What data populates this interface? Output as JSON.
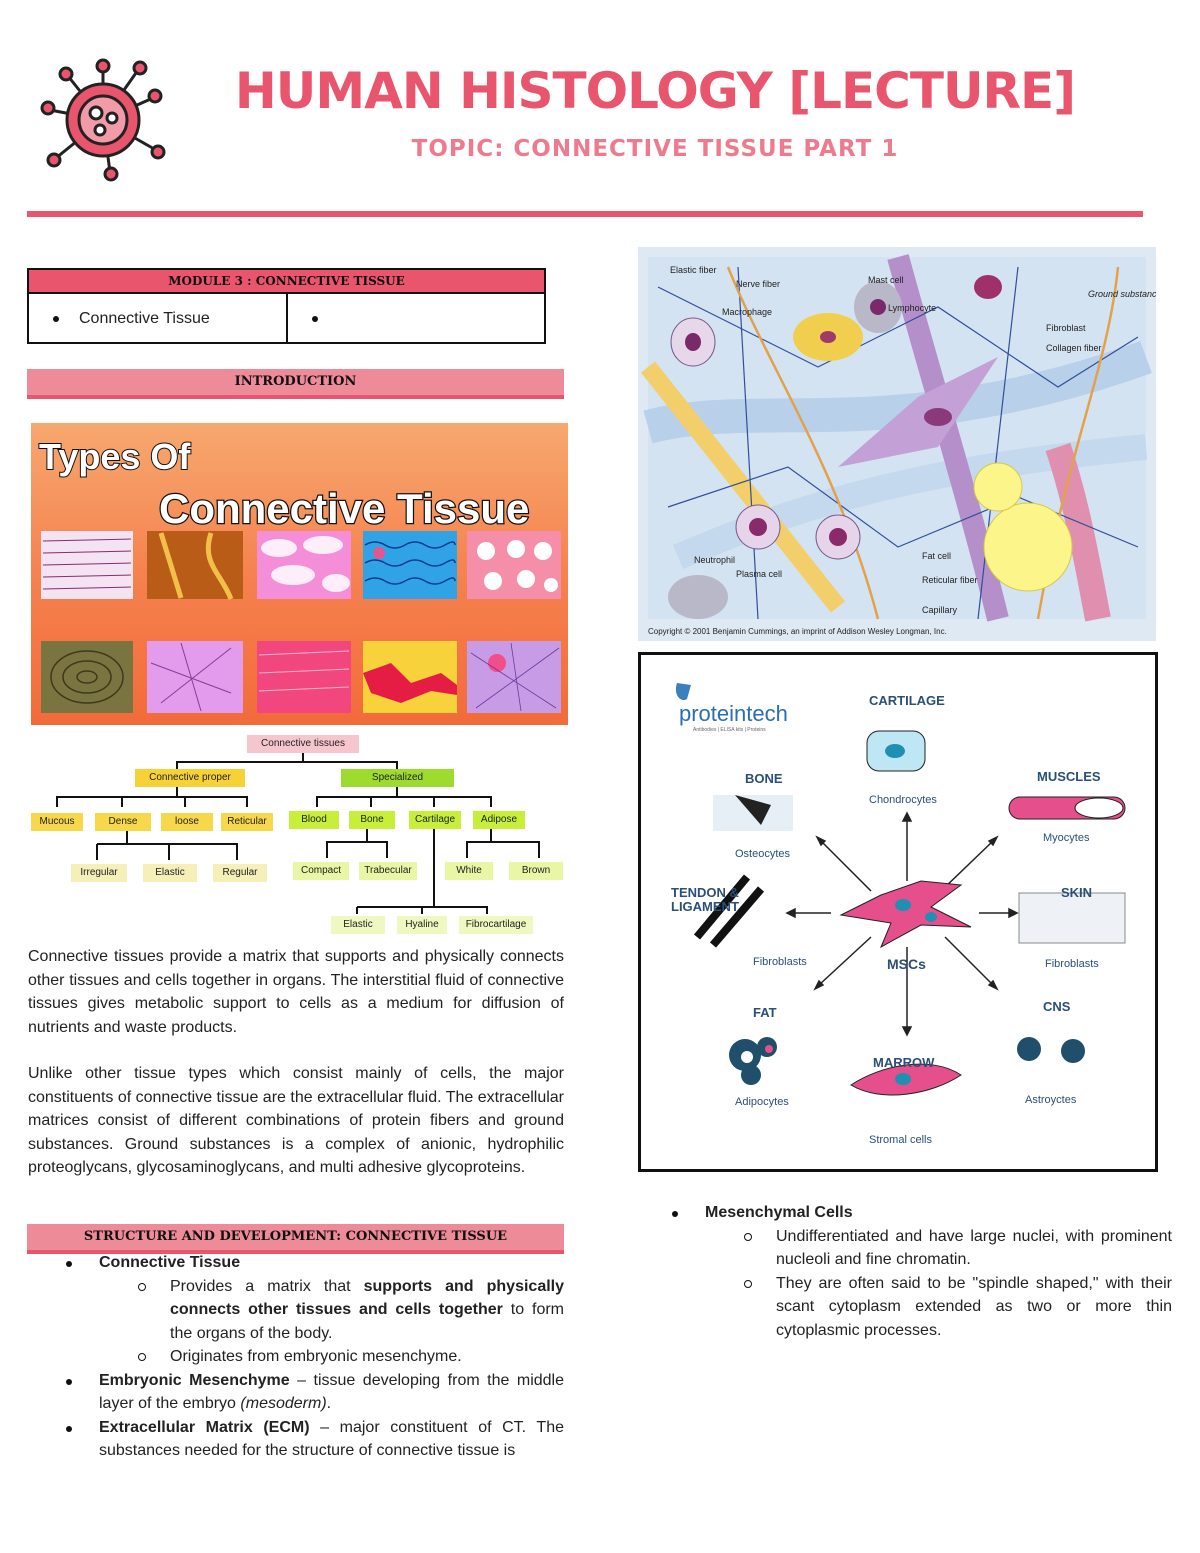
{
  "header": {
    "title": "HUMAN HISTOLOGY [LECTURE]",
    "subtitle": "TOPIC: CONNECTIVE TISSUE PART 1",
    "logo_icon": "virus-icon",
    "accent": "#e8556c"
  },
  "module": {
    "heading": "MODULE 3 : CONNECTIVE TISSUE",
    "col1": "Connective Tissue",
    "col2": ""
  },
  "intro": {
    "heading": "INTRODUCTION",
    "image_title_1": "Types Of",
    "image_title_2": "Connective Tissue",
    "tree": {
      "root": "Connective tissues",
      "proper": "Connective proper",
      "specialized": "Specialized",
      "proper_children": [
        "Mucous",
        "Dense",
        "loose",
        "Reticular"
      ],
      "dense_children": [
        "Irregular",
        "Elastic",
        "Regular"
      ],
      "specialized_children": [
        "Blood",
        "Bone",
        "Cartilage",
        "Adipose"
      ],
      "bone_children": [
        "Compact",
        "Trabecular"
      ],
      "adipose_children": [
        "White",
        "Brown"
      ],
      "cartilage_children": [
        "Elastic",
        "Hyaline",
        "Fibrocartilage"
      ]
    },
    "para1": "Connective tissues provide a matrix that supports and physically connects other tissues and cells together in organs. The interstitial fluid of connective tissues gives metabolic support to cells as a medium for diffusion of nutrients and waste products.",
    "para2": "Unlike other tissue types which consist mainly of cells, the major constituents of connective tissue are the extracellular fluid. The extracellular matrices consist of different combinations of protein fibers and ground substances. Ground substances is a complex of anionic, hydrophilic proteoglycans, glycosaminoglycans, and multi adhesive glycoproteins."
  },
  "structure": {
    "heading": "STRUCTURE AND DEVELOPMENT: CONNECTIVE TISSUE",
    "ct_label": "Connective Tissue",
    "ct_sub1_a": "Provides a matrix that ",
    "ct_sub1_b": "supports and physically connects other tissues and cells together",
    "ct_sub1_c": " to form the organs of the body.",
    "ct_sub2": "Originates from embryonic mesenchyme.",
    "em_term": "Embryonic Mesenchyme",
    "em_text": " – tissue developing from the middle layer of the embryo ",
    "em_italic": "(mesoderm)",
    "em_end": ".",
    "ecm_term": "Extracellular Matrix (ECM)",
    "ecm_text": " – major constituent of CT. The substances needed for the structure of connective tissue is"
  },
  "fig1": {
    "labels": [
      "Elastic fiber",
      "Nerve fiber",
      "Macrophage",
      "Mast cell",
      "Lymphocyte",
      "Ground substance",
      "Fibroblast",
      "Collagen fiber",
      "Neutrophil",
      "Plasma cell",
      "Fat cell",
      "Reticular fiber",
      "Capillary"
    ],
    "copyright": "Copyright © 2001 Benjamin Cummings, an imprint of Addison Wesley Longman, Inc."
  },
  "fig2": {
    "brand": "proteintech",
    "brand_sub": "Antibodies | ELISA kits | Proteins",
    "center": "MSCs",
    "nodes": [
      {
        "title": "CARTILAGE",
        "cell": "Chondrocytes"
      },
      {
        "title": "BONE",
        "cell": "Osteocytes"
      },
      {
        "title": "MUSCLES",
        "cell": "Myocytes"
      },
      {
        "title": "TENDON &",
        "title2": "LIGAMENT",
        "cell": "Fibroblasts"
      },
      {
        "title": "SKIN",
        "cell": "Fibroblasts"
      },
      {
        "title": "FAT",
        "cell": "Adipocytes"
      },
      {
        "title": "CNS",
        "cell": "Astroyctes"
      },
      {
        "title": "MARROW",
        "cell": "Stromal cells"
      }
    ]
  },
  "mesenchymal": {
    "label": "Mesenchymal Cells",
    "sub1": "Undifferentiated and have large nuclei, with prominent nucleoli and fine chromatin.",
    "sub2": "They are often said to be \"spindle shaped,\" with their scant cytoplasm extended as two or more thin cytoplasmic processes."
  }
}
